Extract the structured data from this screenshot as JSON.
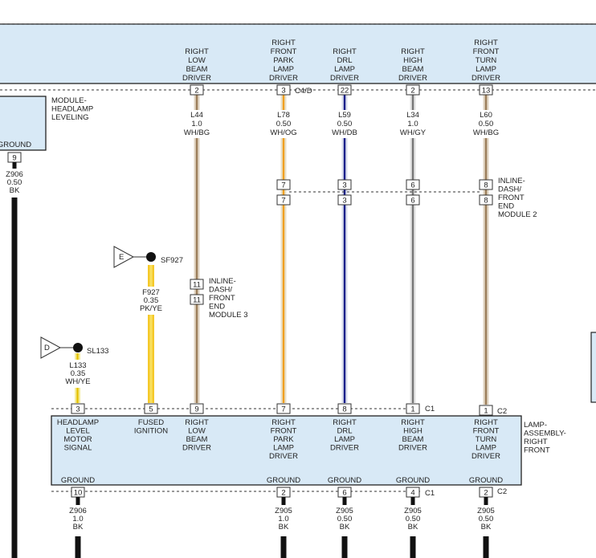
{
  "top_module": {
    "drivers": [
      {
        "lines": [
          "RIGHT",
          "LOW",
          "BEAM",
          "DRIVER"
        ]
      },
      {
        "lines": [
          "RIGHT",
          "FRONT",
          "PARK",
          "LAMP",
          "DRIVER"
        ]
      },
      {
        "lines": [
          "RIGHT",
          "DRL",
          "LAMP",
          "DRIVER"
        ]
      },
      {
        "lines": [
          "RIGHT",
          "HIGH",
          "BEAM",
          "DRIVER"
        ]
      },
      {
        "lines": [
          "RIGHT",
          "FRONT",
          "TURN",
          "LAMP",
          "DRIVER"
        ]
      }
    ],
    "pins": [
      "2",
      "3",
      "22",
      "2",
      "13"
    ],
    "connector": "C4/D"
  },
  "leveling_module": {
    "name_lines": [
      "MODULE-",
      "HEADLAMP",
      "LEVELING"
    ],
    "ground_label": "GROUND",
    "pin": "9",
    "wire_lines": [
      "Z906",
      "0.50",
      "BK"
    ]
  },
  "wires": [
    {
      "lines": [
        "L44",
        "1.0",
        "WH/BG"
      ],
      "base": "#e0d4c2",
      "stripe": "#9b7e5a"
    },
    {
      "lines": [
        "L78",
        "0.50",
        "WH/OG"
      ],
      "base": "#e8e0c8",
      "stripe": "#f0a020"
    },
    {
      "lines": [
        "L59",
        "0.50",
        "WH/DB"
      ],
      "base": "#d8dcec",
      "stripe": "#1a1f8a"
    },
    {
      "lines": [
        "L34",
        "1.0",
        "WH/GY"
      ],
      "base": "#e3e3e3",
      "stripe": "#777777"
    },
    {
      "lines": [
        "L60",
        "0.50",
        "WH/BG"
      ],
      "base": "#e0d4c2",
      "stripe": "#9b7e5a"
    }
  ],
  "inline_dash_2": {
    "pins": [
      "7",
      "3",
      "6",
      "8"
    ],
    "name_lines": [
      "INLINE-",
      "DASH/",
      "FRONT",
      "END",
      "MODULE 2"
    ]
  },
  "inline_dash_3": {
    "pin": "11",
    "name_lines": [
      "INLINE-",
      "DASH/",
      "FRONT",
      "END",
      "MODULE 3"
    ]
  },
  "splice_e": {
    "letter": "E",
    "name": "SF927",
    "wire_lines": [
      "F927",
      "0.35",
      "PK/YE"
    ]
  },
  "splice_d": {
    "letter": "D",
    "name": "SL133",
    "wire_lines": [
      "L133",
      "0.35",
      "WH/YE"
    ]
  },
  "lamp_assembly": {
    "name_lines": [
      "LAMP-",
      "ASSEMBLY-",
      "RIGHT",
      "FRONT"
    ],
    "top_pins": [
      "3",
      "5",
      "9",
      "7",
      "8",
      "1",
      "1"
    ],
    "top_connectors": [
      "C1",
      "C2"
    ],
    "signals": [
      {
        "lines": [
          "HEADLAMP",
          "LEVEL",
          "MOTOR",
          "SIGNAL"
        ]
      },
      {
        "lines": [
          "FUSED",
          "IGNITION"
        ]
      },
      {
        "lines": [
          "RIGHT",
          "LOW",
          "BEAM",
          "DRIVER"
        ]
      },
      {
        "lines": [
          "RIGHT",
          "FRONT",
          "PARK",
          "LAMP",
          "DRIVER"
        ]
      },
      {
        "lines": [
          "RIGHT",
          "DRL",
          "LAMP",
          "DRIVER"
        ]
      },
      {
        "lines": [
          "RIGHT",
          "HIGH",
          "BEAM",
          "DRIVER"
        ]
      },
      {
        "lines": [
          "RIGHT",
          "FRONT",
          "TURN",
          "LAMP",
          "DRIVER"
        ]
      }
    ],
    "ground_label": "GROUND",
    "bottom_pins": [
      "10",
      "2",
      "6",
      "4",
      "2"
    ],
    "bottom_connectors": [
      "C1",
      "C2"
    ]
  },
  "ground_wires": [
    {
      "lines": [
        "Z906",
        "1.0",
        "BK"
      ]
    },
    {
      "lines": [
        "Z905",
        "1.0",
        "BK"
      ]
    },
    {
      "lines": [
        "Z905",
        "0.50",
        "BK"
      ]
    },
    {
      "lines": [
        "Z905",
        "0.50",
        "BK"
      ]
    },
    {
      "lines": [
        "Z905",
        "0.50",
        "BK"
      ]
    }
  ]
}
